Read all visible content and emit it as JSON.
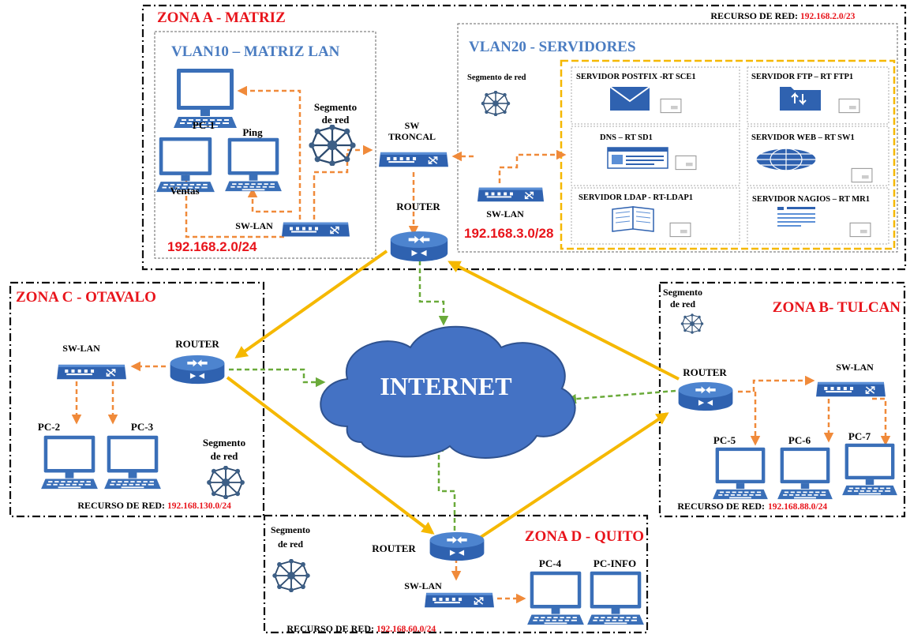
{
  "colors": {
    "zone_title": "#e8141b",
    "vlan_title": "#4a7cc1",
    "ip": "#e8141b",
    "orange_link": "#f08a3a",
    "yellow_link": "#f5b800",
    "green_link": "#6aaa3a",
    "device_blue": "#3a6fb8",
    "cloud": "#4472c4"
  },
  "zona_a": {
    "title": "ZONA A - MATRIZ",
    "recurso_label": "RECURSO DE RED:",
    "recurso_value": "192.168.2.0/23",
    "vlan10": {
      "title": "VLAN10 – MATRIZ LAN",
      "pc1": "PC-1",
      "ping": "Ping",
      "ventas": "Ventas",
      "sw_lan": "SW-LAN",
      "segmento_1": "Segmento",
      "segmento_2": "de red",
      "ip": "192.168.2.0/24"
    },
    "sw_troncal_1": "SW",
    "sw_troncal_2": "TRONCAL",
    "router": "ROUTER",
    "vlan20": {
      "title": "VLAN20 - SERVIDORES",
      "segmento": "Segmento de red",
      "sw_lan": "SW-LAN",
      "ip": "192.168.3.0/28",
      "servers": [
        {
          "label": "SERVIDOR POSTFIX -RT SCE1",
          "icon": "mail-icon"
        },
        {
          "label": "SERVIDOR FTP – RT FTP1",
          "icon": "ftp-folder-icon"
        },
        {
          "label": "DNS – RT SD1",
          "icon": "dns-window-icon"
        },
        {
          "label": "SERVIDOR WEB – RT SW1",
          "icon": "globe-icon"
        },
        {
          "label": "SERVIDOR LDAP - RT-LDAP1",
          "icon": "book-icon"
        },
        {
          "label": "SERVIDOR NAGIOS – RT MR1",
          "icon": "document-icon"
        }
      ]
    }
  },
  "zona_c": {
    "title": "ZONA C - OTAVALO",
    "router": "ROUTER",
    "sw_lan": "SW-LAN",
    "pc2": "PC-2",
    "pc3": "PC-3",
    "segmento_1": "Segmento",
    "segmento_2": "de red",
    "recurso_label": "RECURSO DE RED:",
    "recurso_value": "192.168.130.0/24"
  },
  "zona_b": {
    "title": "ZONA B- TULCAN",
    "segmento_1": "Segmento",
    "segmento_2": "de red",
    "router": "ROUTER",
    "sw_lan": "SW-LAN",
    "pc5": "PC-5",
    "pc6": "PC-6",
    "pc7": "PC-7",
    "recurso_label": "RECURSO DE RED:",
    "recurso_value": "192.168.88.0/24"
  },
  "zona_d": {
    "title": "ZONA D - QUITO",
    "segmento_1": "Segmento",
    "segmento_2": "de red",
    "router": "ROUTER",
    "sw_lan": "SW-LAN",
    "pc4": "PC-4",
    "pc_info": "PC-INFO",
    "recurso_label": "RECURSO DE RED:",
    "recurso_value": "192.168.60.0/24"
  },
  "internet": "INTERNET"
}
